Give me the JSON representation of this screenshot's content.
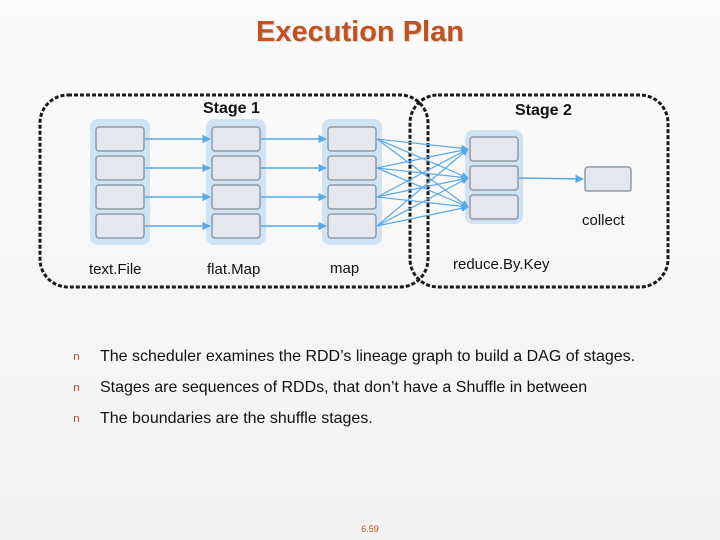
{
  "title": "Execution Plan",
  "stages": [
    {
      "label": "Stage 1"
    },
    {
      "label": "Stage 2"
    }
  ],
  "operations": [
    "text.File",
    "flat.Map",
    "map",
    "reduce.By.Key",
    "collect"
  ],
  "bullets": [
    "The scheduler examines the RDD’s lineage graph to build a DAG of stages.",
    "Stages are sequences of RDDs, that don’t have a Shuffle in between",
    "The boundaries are the shuffle stages."
  ],
  "bullet_icon": "square-n-bullet-icon",
  "page_number": "6.59",
  "colors": {
    "title": "#c0531f",
    "rdd_column": "#cfe3f5",
    "partition_fill": "#e4e8ee",
    "partition_border": "#8f99a5",
    "arrow": "#5aa9e6",
    "stage_border": "#1a1a1a"
  }
}
